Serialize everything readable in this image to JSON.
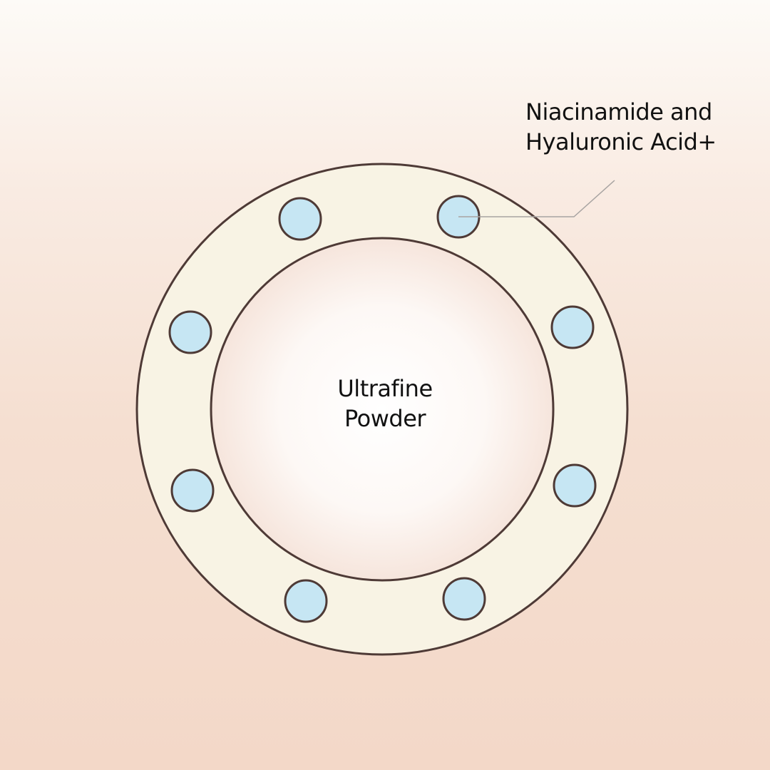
{
  "callout": {
    "line1": "Niacinamide and",
    "line2": "Hyaluronic Acid+"
  },
  "core": {
    "line1": "Ultrafine",
    "line2": "Powder"
  },
  "colors": {
    "stroke": "#4e3a36",
    "ring": "#f8f3e4",
    "bead": "#c6e6f3",
    "leader": "#a8a4a2"
  },
  "bead_count": 8
}
